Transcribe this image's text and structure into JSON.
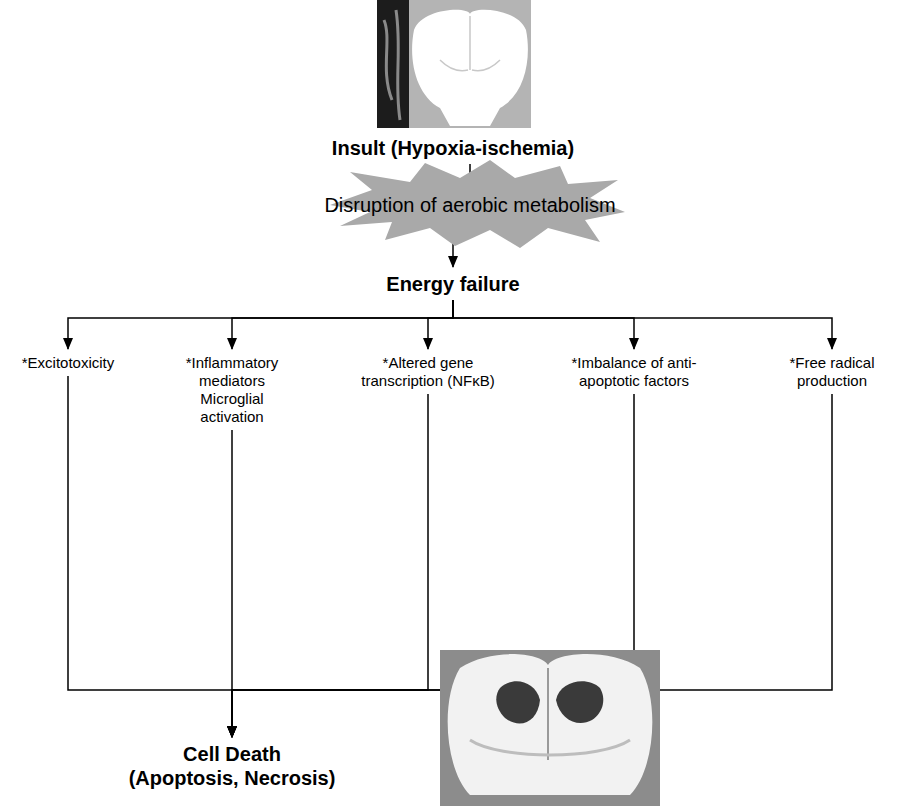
{
  "diagram": {
    "nodes": [
      {
        "text": [
          "Insult (Hypoxia-ischemia)"
        ]
      },
      {
        "text": [
          "Disruption of aerobic metabolism"
        ]
      },
      {
        "text": [
          "Energy failure"
        ]
      },
      {
        "text": [
          "*Excitotoxicity"
        ]
      },
      {
        "text": [
          "*Inflammatory mediators Microglial activation"
        ]
      },
      {
        "text": [
          "*Altered gene transcription (NFκB)"
        ]
      },
      {
        "text": [
          "*Imbalance of anti-apoptotic factors"
        ]
      },
      {
        "text": [
          "*Free radical production"
        ]
      },
      {
        "text": [
          "Cell Death",
          "(Apoptosis, Necrosis)"
        ]
      }
    ],
    "edges": [
      {
        "from": 0,
        "to": 1,
        "arrow": "to"
      },
      {
        "from": 1,
        "to": 2,
        "arrow": "to"
      },
      {
        "from": 2,
        "to": 3,
        "arrow": "to"
      },
      {
        "from": 2,
        "to": 4,
        "arrow": "to"
      },
      {
        "from": 2,
        "to": 5,
        "arrow": "to"
      },
      {
        "from": 2,
        "to": 6,
        "arrow": "to"
      },
      {
        "from": 2,
        "to": 7,
        "arrow": "to"
      },
      {
        "from": 3,
        "to": 8,
        "arrow": "to"
      },
      {
        "from": 4,
        "to": 8,
        "arrow": "to"
      },
      {
        "from": 5,
        "to": 8,
        "arrow": "to"
      },
      {
        "from": 6,
        "to": 8,
        "arrow": "to"
      },
      {
        "from": 7,
        "to": 8,
        "arrow": "to"
      }
    ]
  }
}
